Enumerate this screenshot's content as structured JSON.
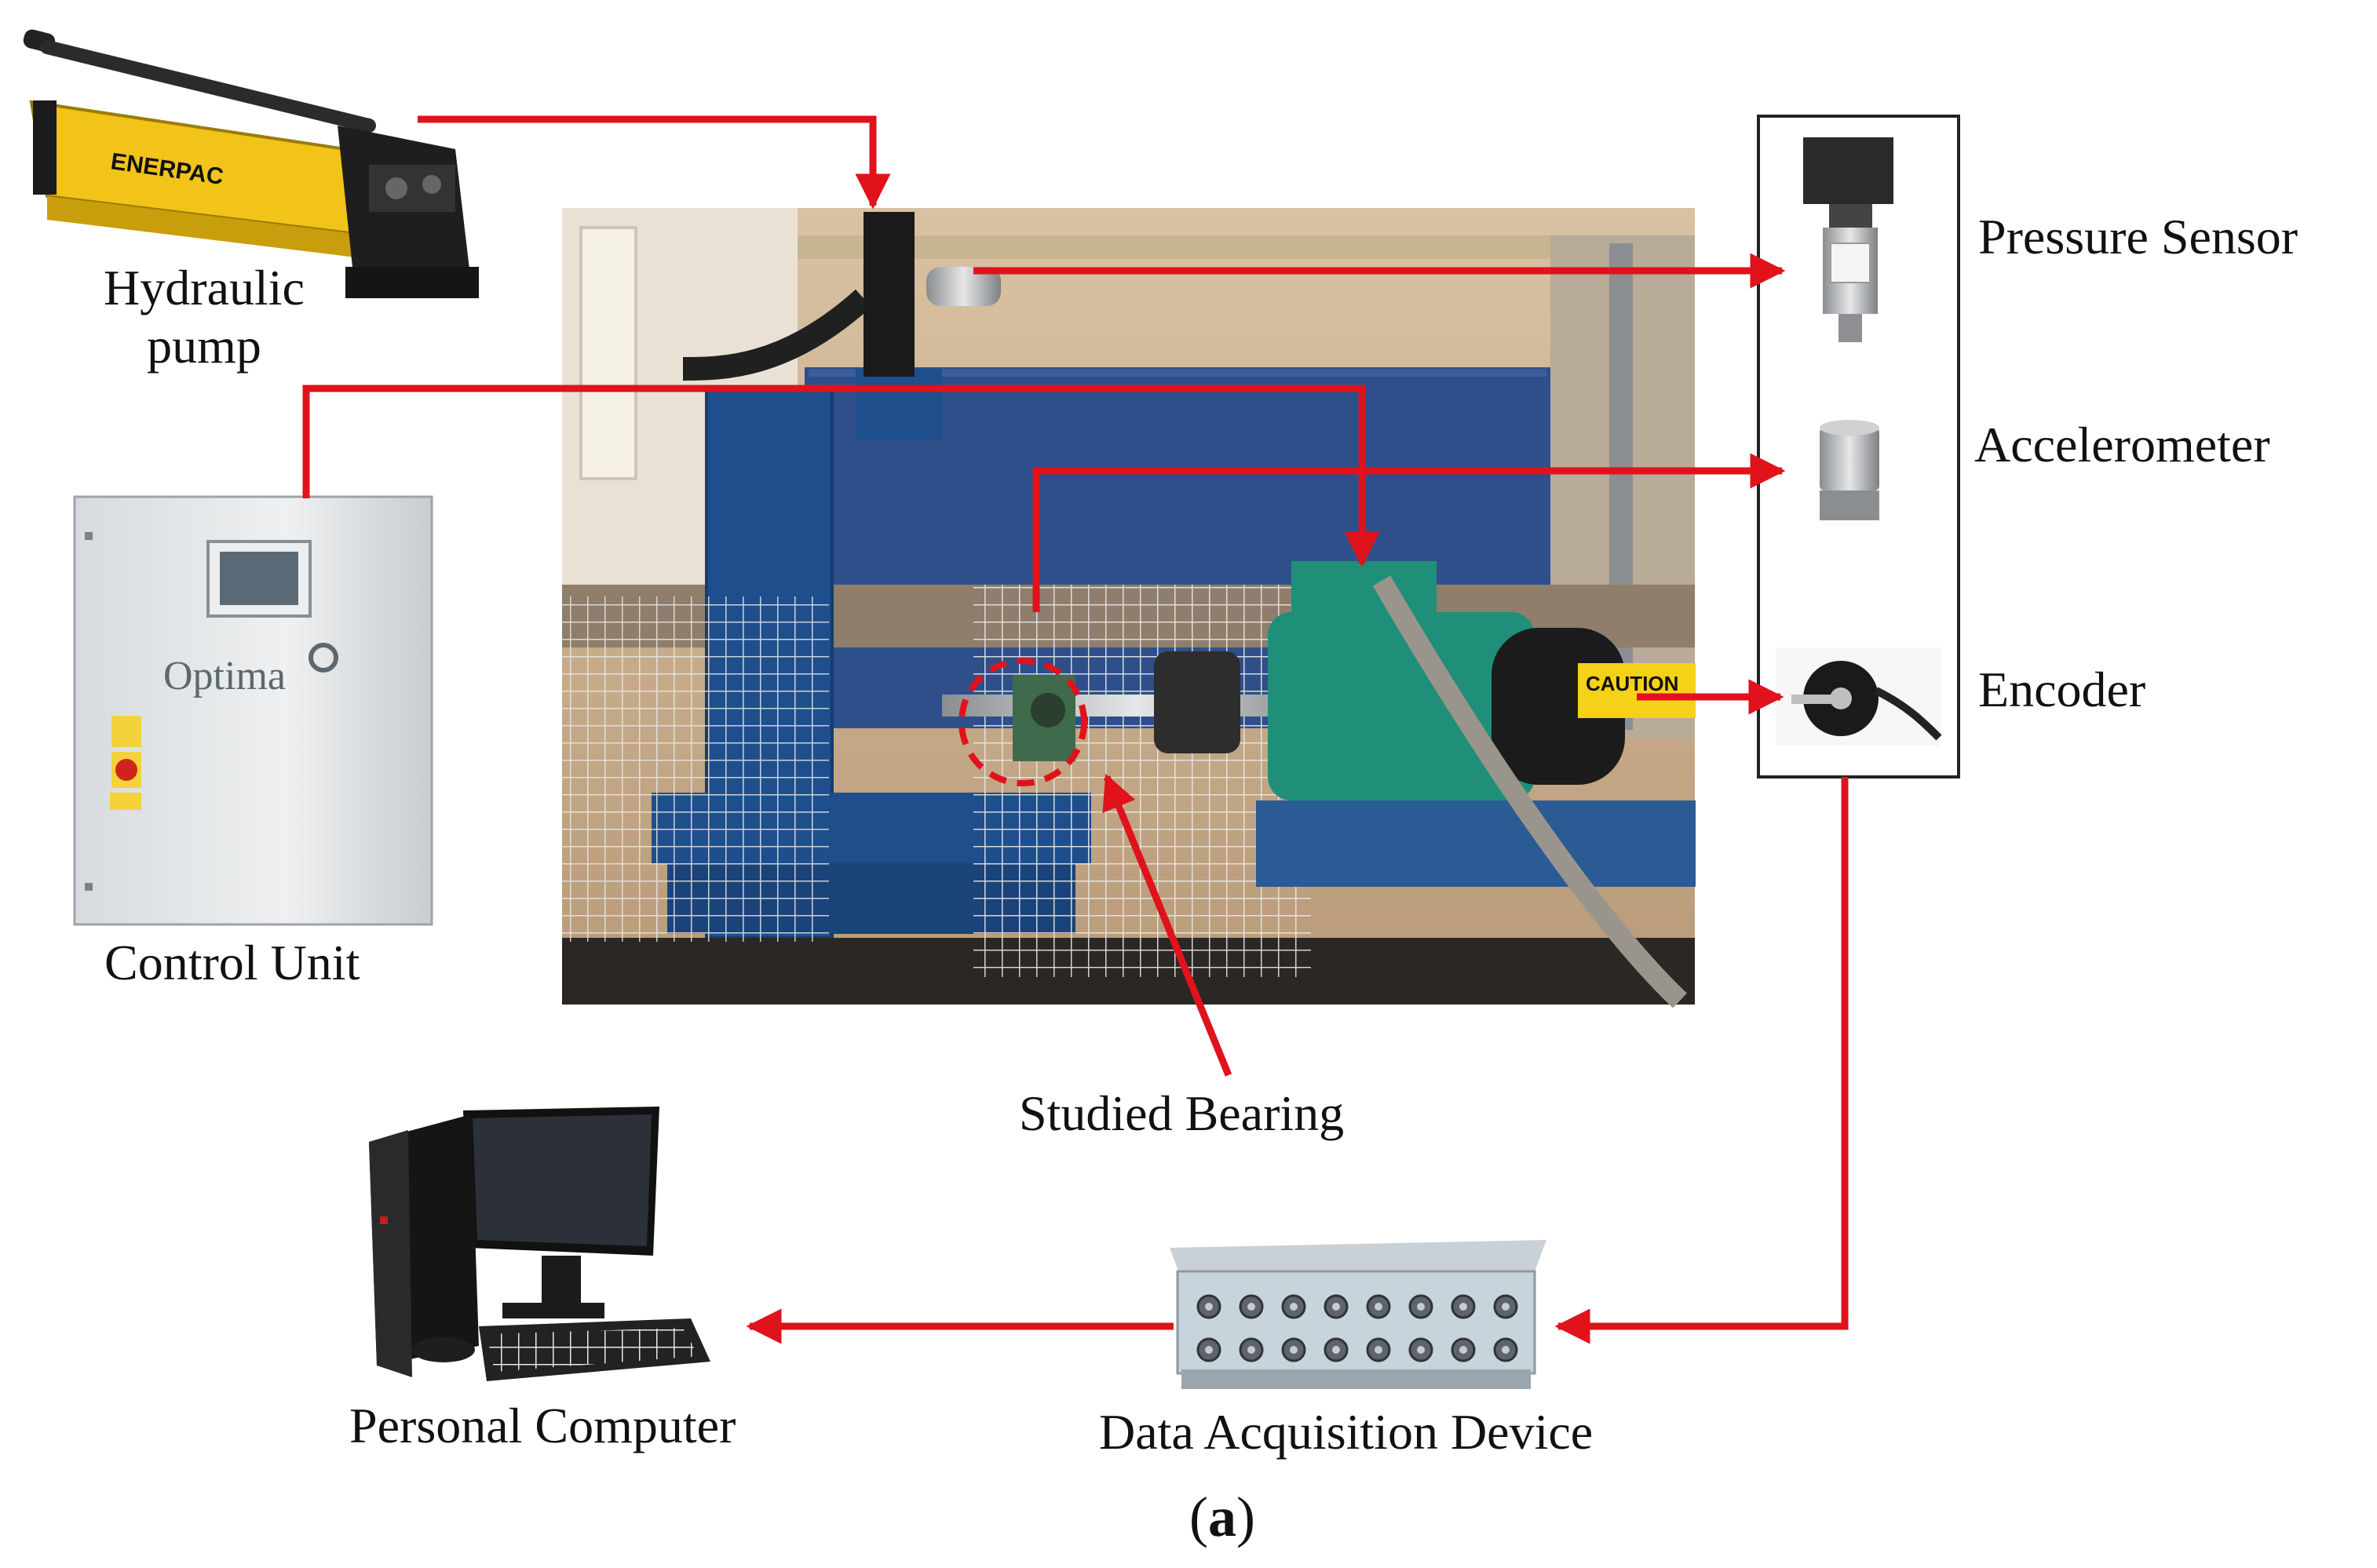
{
  "labels": {
    "hydraulic_line1": "Hydraulic",
    "hydraulic_line2": "pump",
    "control_unit": "Control Unit",
    "pressure_sensor": "Pressure Sensor",
    "accelerometer": "Accelerometer",
    "encoder": "Encoder",
    "studied_bearing": "Studied Bearing",
    "personal_computer": "Personal Computer",
    "daq_device": "Data Acquisition Device",
    "caption_letter": "a",
    "caption_open": "(",
    "caption_close": ")"
  },
  "branding": {
    "pump_brand": "ENERPAC",
    "panel_brand": "Optima",
    "caution_text": "CAUTION"
  },
  "colors": {
    "arrow": "#e0121b",
    "frame_blue": "#1e4f8c",
    "motor_green": "#1f8f7a",
    "pump_yellow": "#f2c318"
  }
}
